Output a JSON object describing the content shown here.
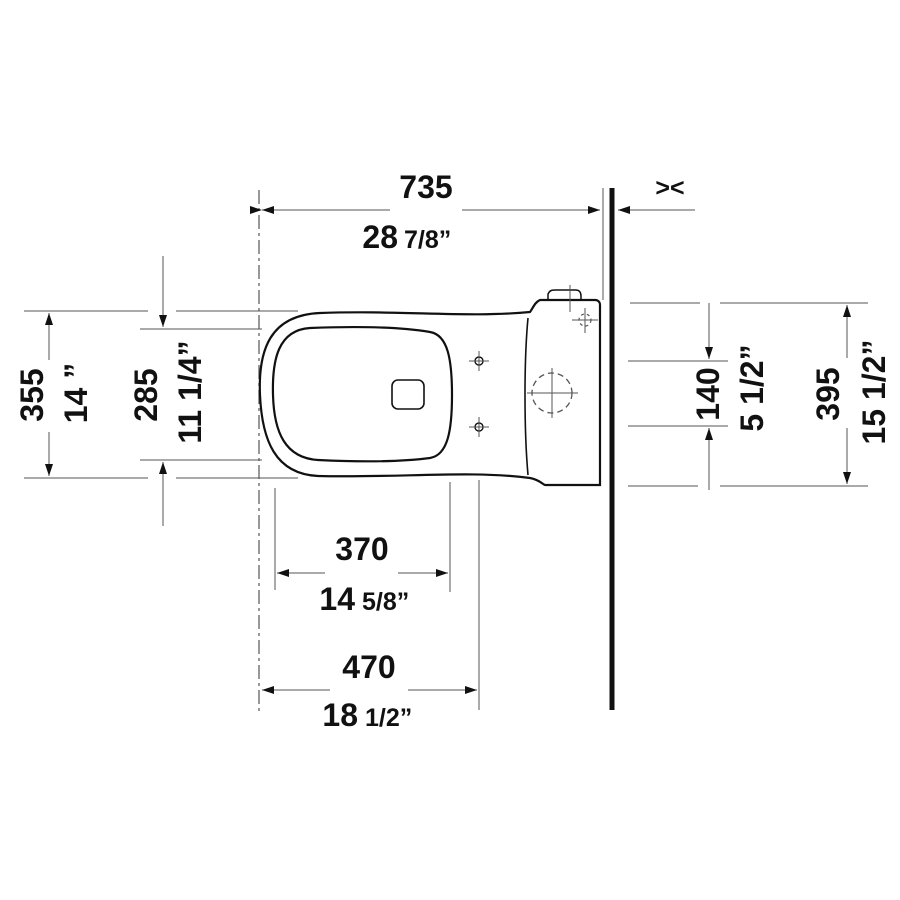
{
  "drawing": {
    "title": "Toilet top view dimension drawing",
    "units": [
      "mm",
      "inch"
    ],
    "colors": {
      "line": "#111111",
      "dim_line": "#555555",
      "background": "#ffffff"
    },
    "dimensions": {
      "overall_length": {
        "mm": "735",
        "inch_whole": "28",
        "inch_frac": "7/8”"
      },
      "wall_gap": {
        "symbol": "><"
      },
      "outer_width": {
        "mm": "355",
        "inch": "14 ”"
      },
      "inner_width": {
        "mm": "285",
        "inch": "11 1/4”"
      },
      "bowl_to_fixing": {
        "mm": "370",
        "inch_whole": "14",
        "inch_frac": "5/8”"
      },
      "front_to_fixing": {
        "mm": "470",
        "inch_whole": "18",
        "inch_frac": "1/2”"
      },
      "fixing_spacing": {
        "mm": "140",
        "inch": "5 1/2”"
      },
      "tank_width": {
        "mm": "395",
        "inch": "15 1/2”"
      }
    }
  }
}
